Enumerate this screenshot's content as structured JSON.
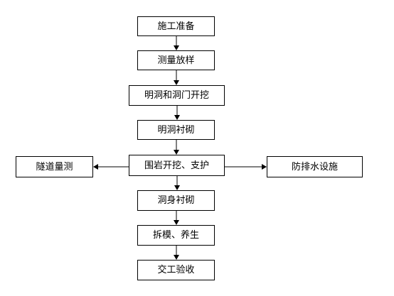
{
  "diagram": {
    "nodes": [
      {
        "id": "prep",
        "label": "施工准备"
      },
      {
        "id": "survey",
        "label": "测量放样"
      },
      {
        "id": "open-cut",
        "label": "明洞和洞门开挖"
      },
      {
        "id": "open-lining",
        "label": "明洞衬砌"
      },
      {
        "id": "excavation",
        "label": "围岩开挖、支护"
      },
      {
        "id": "measure",
        "label": "隧道量测"
      },
      {
        "id": "drainage",
        "label": "防排水设施"
      },
      {
        "id": "body-lining",
        "label": "洞身衬砌"
      },
      {
        "id": "formwork",
        "label": "拆模、养生"
      },
      {
        "id": "acceptance",
        "label": "交工验收"
      }
    ],
    "edges": [
      {
        "from": "prep",
        "to": "survey"
      },
      {
        "from": "survey",
        "to": "open-cut"
      },
      {
        "from": "open-cut",
        "to": "open-lining"
      },
      {
        "from": "open-lining",
        "to": "excavation"
      },
      {
        "from": "excavation",
        "to": "measure"
      },
      {
        "from": "excavation",
        "to": "drainage"
      },
      {
        "from": "excavation",
        "to": "body-lining"
      },
      {
        "from": "body-lining",
        "to": "formwork"
      },
      {
        "from": "formwork",
        "to": "acceptance"
      }
    ]
  }
}
